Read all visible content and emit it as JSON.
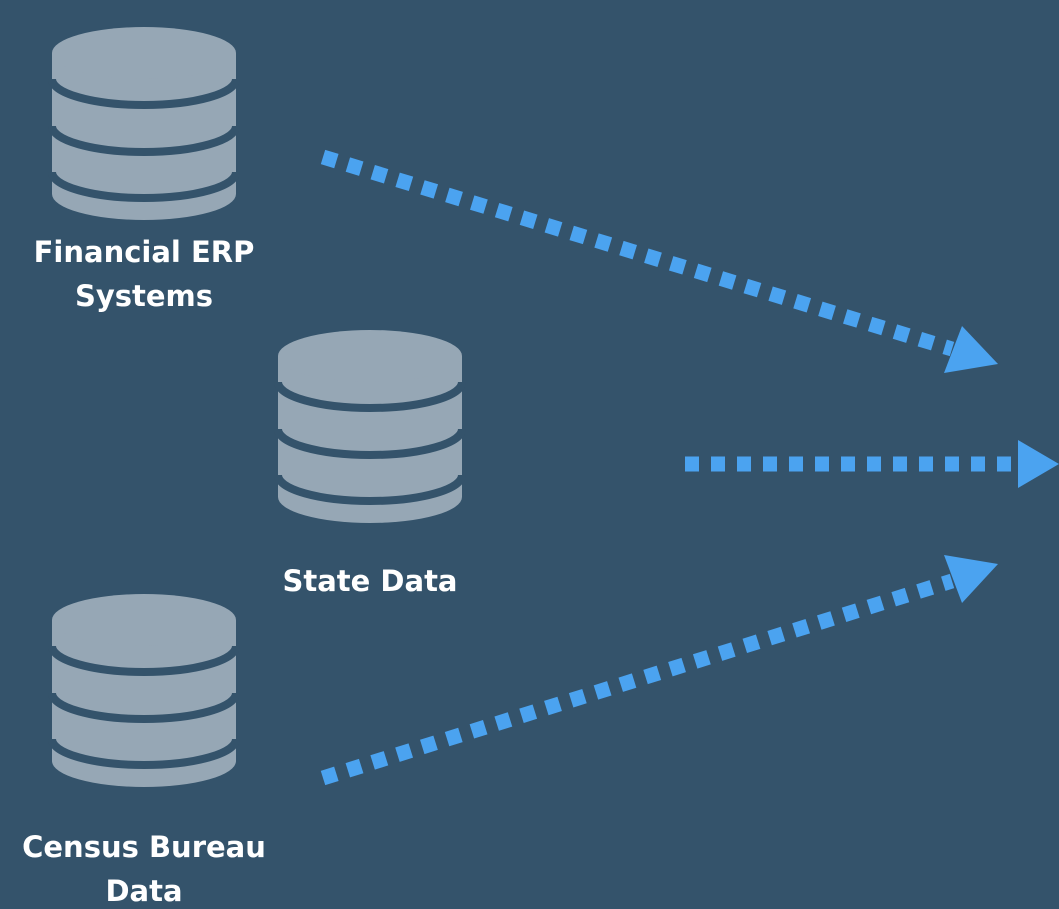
{
  "sources": [
    {
      "id": "erp",
      "label": "Financial ERP\nSystems",
      "icon": "database-icon"
    },
    {
      "id": "state",
      "label": "State Data",
      "icon": "database-icon"
    },
    {
      "id": "census",
      "label": "Census Bureau\nData",
      "icon": "database-icon"
    }
  ],
  "colors": {
    "background": "#34536b",
    "database": "#96a7b5",
    "arrow": "#4ba3f0",
    "text": "#ffffff"
  },
  "connectors": [
    {
      "from": "erp",
      "style": "dotted-arrow"
    },
    {
      "from": "state",
      "style": "dotted-arrow"
    },
    {
      "from": "census",
      "style": "dotted-arrow"
    }
  ]
}
